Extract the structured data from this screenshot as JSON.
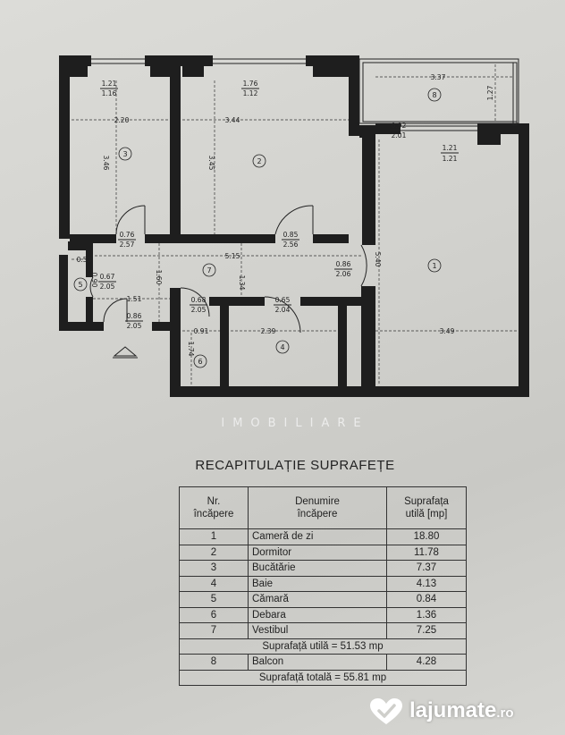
{
  "plan": {
    "rooms": [
      {
        "number": "1",
        "dims": [
          "1.21",
          "1.21"
        ],
        "len_v": "5.40",
        "len_h": "3.49"
      },
      {
        "number": "2",
        "dims": [
          "1.76",
          "1.12"
        ],
        "len_v": "3.45",
        "len_h": "3.44"
      },
      {
        "number": "3",
        "dims": [
          "1.21",
          "1.16"
        ],
        "len_v": "3.46",
        "len_h": "2.20"
      },
      {
        "number": "4",
        "len_h": "2.39",
        "len_v": "1.34"
      },
      {
        "number": "5",
        "len_h": "0.53",
        "len_v": "1.60"
      },
      {
        "number": "6",
        "len_h": "0.91",
        "len_v": "1.74"
      },
      {
        "number": "7",
        "len_h": "5.15",
        "len_h2": "1.51"
      },
      {
        "number": "8",
        "len_h": "3.37",
        "len_v": "1.27"
      }
    ],
    "doors": [
      {
        "dims": [
          "0.92",
          "2.01"
        ]
      },
      {
        "dims": [
          "0.76",
          "2.57"
        ]
      },
      {
        "dims": [
          "0.85",
          "2.56"
        ]
      },
      {
        "dims": [
          "0.86",
          "2.06"
        ]
      },
      {
        "dims": [
          "0.67",
          "2.05"
        ]
      },
      {
        "dims": [
          "0.86",
          "2.05"
        ]
      },
      {
        "dims": [
          "0.68",
          "2.05"
        ]
      },
      {
        "dims": [
          "0.65",
          "2.04"
        ]
      },
      {
        "small": "0.90"
      }
    ]
  },
  "watermark": "IMOBILIARE",
  "summary": {
    "title": "RECAPITULAȚIE SUPRAFEȚE",
    "headers": {
      "col1": [
        "Nr.",
        "încăpere"
      ],
      "col2": [
        "Denumire",
        "încăpere"
      ],
      "col3": [
        "Suprafața",
        "utilă [mp]"
      ]
    },
    "rows": [
      {
        "nr": "1",
        "name": "Cameră de zi",
        "area": "18.80"
      },
      {
        "nr": "2",
        "name": "Dormitor",
        "area": "11.78"
      },
      {
        "nr": "3",
        "name": "Bucătărie",
        "area": "7.37"
      },
      {
        "nr": "4",
        "name": "Baie",
        "area": "4.13"
      },
      {
        "nr": "5",
        "name": "Cămară",
        "area": "0.84"
      },
      {
        "nr": "6",
        "name": "Debara",
        "area": "1.36"
      },
      {
        "nr": "7",
        "name": "Vestibul",
        "area": "7.25"
      }
    ],
    "useful_total": "Suprafață utilă = 51.53 mp",
    "balcony": {
      "nr": "8",
      "name": "Balcon",
      "area": "4.28"
    },
    "grand_total": "Suprafață totală = 55.81 mp"
  },
  "brand": {
    "name": "lajumate",
    "suffix": ".ro",
    "icon": "heart-check-icon"
  }
}
